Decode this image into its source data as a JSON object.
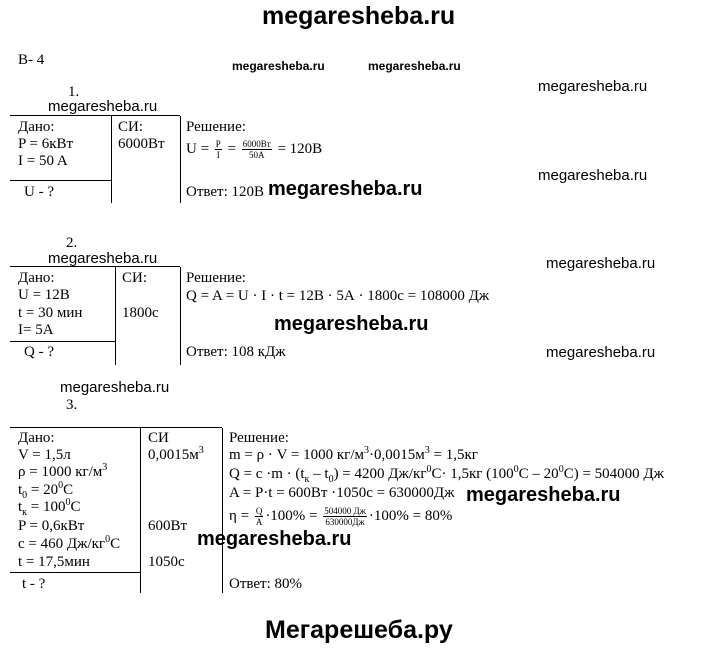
{
  "watermarks": {
    "title": "megaresheba.ru",
    "footer": "Мегарешеба.ру",
    "site": "megaresheba.ru"
  },
  "variant": "В- 4",
  "p1": {
    "num": "1.",
    "given_label": "Дано:",
    "given": [
      "P = 6кВт",
      "I = 50 A"
    ],
    "find": "U - ?",
    "si_label": "СИ:",
    "si": [
      "6000Вт"
    ],
    "sol_label": "Решение:",
    "sol_pre": "U = ",
    "f1_num": "P",
    "f1_den": "I",
    "eq": " = ",
    "f2_num": "6000Вт",
    "f2_den": "50А",
    "sol_post": " = 120В",
    "answer": "Ответ: 120В"
  },
  "p2": {
    "num": "2.",
    "given_label": "Дано:",
    "given": [
      "U = 12В",
      "t = 30 мин",
      "I= 5А"
    ],
    "find": "Q - ?",
    "si_label": "СИ:",
    "si": [
      "1800с"
    ],
    "sol_label": "Решение:",
    "sol": "Q = A = U · I · t = 12В · 5А · 1800с = 108000 Дж",
    "answer": "Ответ: 108 кДж"
  },
  "p3": {
    "num": "3.",
    "given_label": "Дано:",
    "g1": "V = 1,5л",
    "g2_pre": "ρ = 1000 кг/м",
    "g2_sup": "3",
    "g3_a": "t",
    "g3_sub": "0",
    "g3_b": " = 20",
    "g3_sup": "0",
    "g3_c": "С",
    "g4_a": "t",
    "g4_sub": "к",
    "g4_b": " = 100",
    "g4_sup": "0",
    "g4_c": "С",
    "g5": "P = 0,6кВт",
    "g6_a": "c = 460 Дж/кг",
    "g6_sup": "0",
    "g6_b": "С",
    "g7": "t = 17,5мин",
    "find": "t - ?",
    "si_label": "СИ",
    "si1_a": "0,0015м",
    "si1_sup": "3",
    "si2": "600Вт",
    "si3": "1050с",
    "sol_label": "Решение:",
    "s1_a": "m = ρ · V = 1000 кг/м",
    "s1_sup": "3",
    "s1_b": "·0,0015м",
    "s1_sup2": "3",
    "s1_c": " = 1,5кг",
    "s2_a": "Q = c ·m · (t",
    "s2_sub1": "к",
    "s2_b": " – t",
    "s2_sub2": "0",
    "s2_c": ") = 4200 Дж/кг",
    "s2_sup1": "0",
    "s2_d": "С· 1,5кг (100",
    "s2_sup2": "0",
    "s2_e": "С – 20",
    "s2_sup3": "0",
    "s2_f": "С) = 504000 Дж",
    "s3": "A = P·t = 600Вт ·1050с = 630000Дж",
    "s4_a": "η = ",
    "f1_num": "Q",
    "f1_den": "A",
    "s4_b": "·100% = ",
    "f2_num": "504000 Дж",
    "f2_den": "630000Дж",
    "s4_c": "·100% = 80%",
    "answer": "Ответ: 80%"
  }
}
